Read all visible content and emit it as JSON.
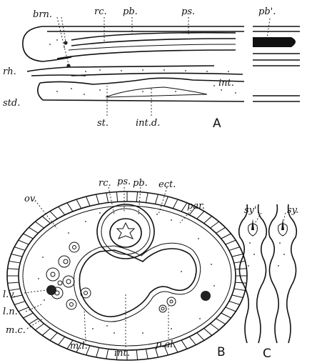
{
  "panel_a": {
    "panel_letter": "A",
    "labels": {
      "brn": "brn.",
      "rc": "rc.",
      "pb": "pb.",
      "ps": "ps.",
      "pb_prime": "pb'.",
      "rh": "rh.",
      "int": "int.",
      "std": "std.",
      "st": "st.",
      "intd": "int.d."
    }
  },
  "panel_b": {
    "panel_letter": "B",
    "labels": {
      "rc": "rc.",
      "ps": "ps.",
      "pb": "pb.",
      "ect": "ect.",
      "ov": "ov.",
      "par": "par.",
      "lv": "l.v.",
      "ln": "l.n.",
      "mc": "m.c.",
      "ml": "m.l.",
      "int": "int.",
      "pal": "p.al."
    }
  },
  "panel_c": {
    "panel_letter": "C",
    "labels": {
      "sy_prime": "sy'.",
      "sy": "sy."
    }
  },
  "colors": {
    "ink": "#111111",
    "paper": "#ffffff"
  }
}
